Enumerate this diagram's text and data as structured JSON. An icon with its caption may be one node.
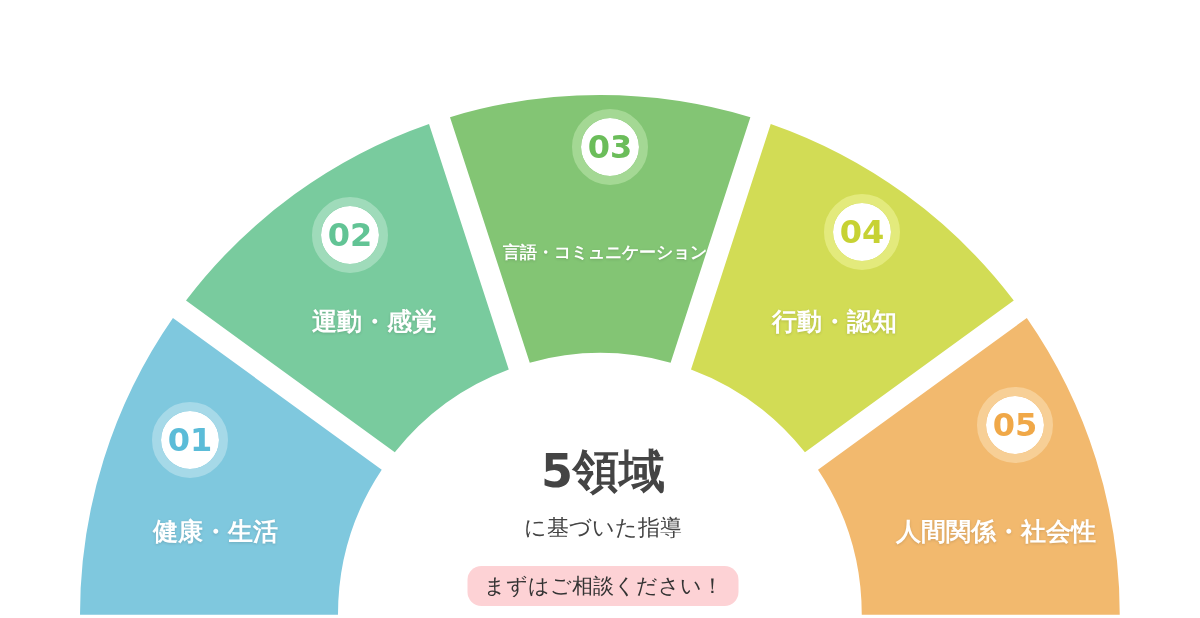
{
  "diagram": {
    "nodes": [
      {
        "text": [
          "01",
          "健康・生活"
        ]
      },
      {
        "text": [
          "02",
          "運動・感覚"
        ]
      },
      {
        "text": [
          "03",
          "言語・コミュニケーション"
        ]
      },
      {
        "text": [
          "04",
          "行動・認知"
        ]
      },
      {
        "text": [
          "05",
          "人間関係・社会性"
        ]
      },
      {
        "text": [
          "まずはご相談ください！"
        ]
      }
    ],
    "labels": [
      "5領域",
      "に基づいた指導"
    ]
  }
}
